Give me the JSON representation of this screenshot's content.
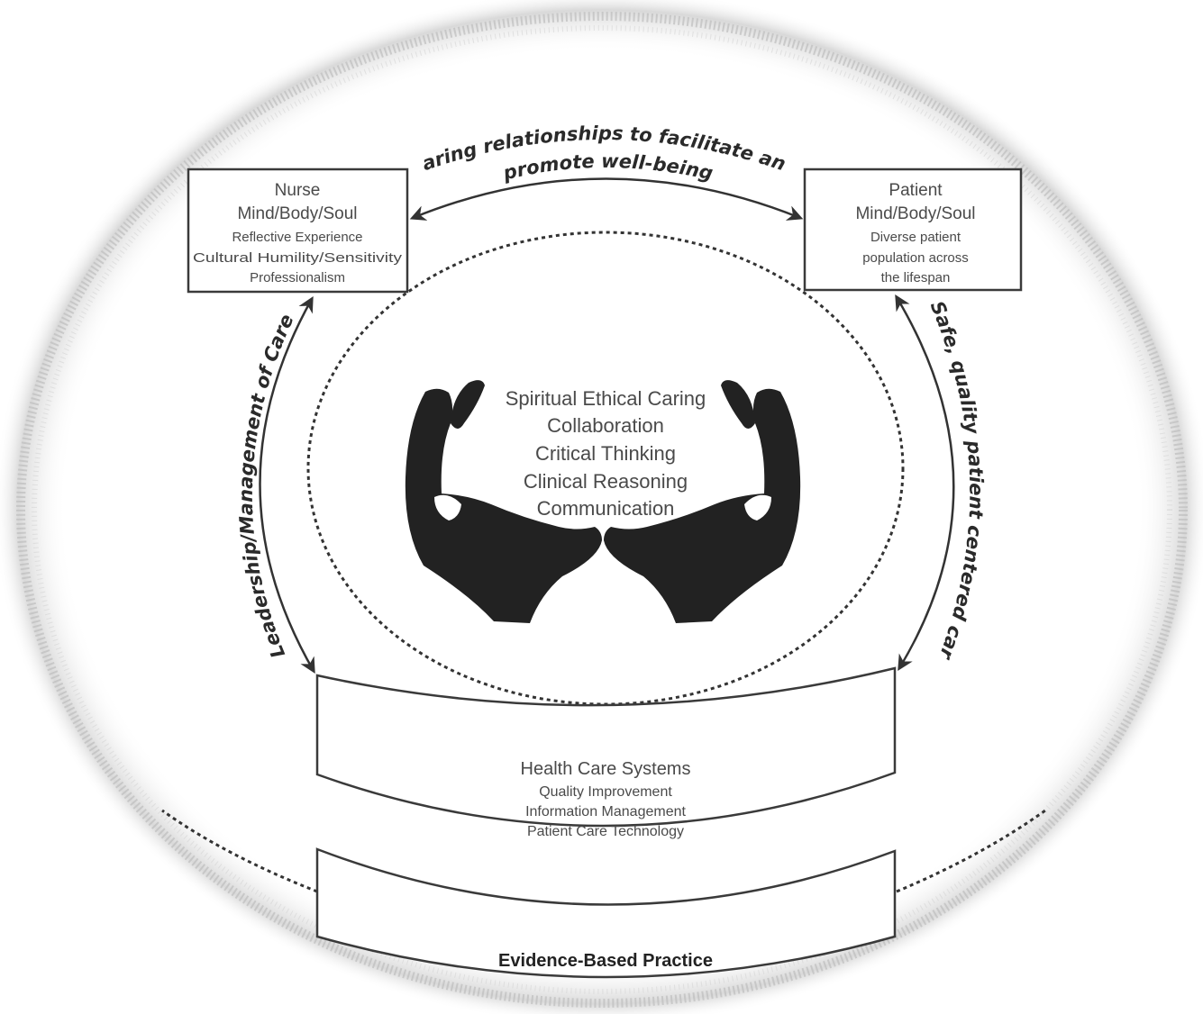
{
  "nurse_box": {
    "title": "Nurse",
    "subtitle": "Mind/Body/Soul",
    "lines": [
      "Reflective Experience",
      "Cultural Humility/Sensitivity",
      "Professionalism"
    ]
  },
  "patient_box": {
    "title": "Patient",
    "subtitle": "Mind/Body/Soul",
    "lines": [
      "Diverse patient",
      "population across",
      "the lifespan"
    ]
  },
  "core_values": [
    "Spiritual Ethical Caring",
    "Collaboration",
    "Critical Thinking",
    "Clinical Reasoning",
    "Communication"
  ],
  "arcs": {
    "top_line1": "Caring relationships to facilitate and",
    "top_line2": "promote well-being",
    "left": "Leadership/Management of Care",
    "right": "Safe, quality patient centered care"
  },
  "health_care_systems": {
    "title": "Health Care Systems",
    "lines": [
      "Quality Improvement",
      "Information Management",
      "Patient Care Technology"
    ]
  },
  "evidence": {
    "label": "Evidence-Based Practice"
  },
  "icons": {
    "hands": "cupped-hands-icon"
  },
  "colors": {
    "stroke": "#333333",
    "hands": "#222222",
    "text": "#4a4a4a"
  }
}
